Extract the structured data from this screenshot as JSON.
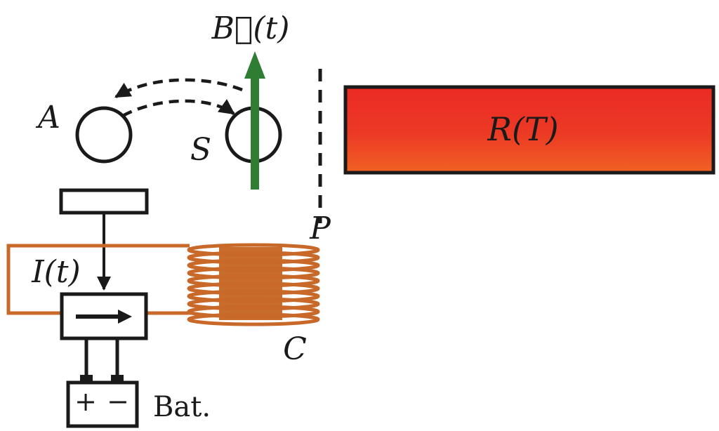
{
  "labels": {
    "field": "B⃗(t)",
    "resistor": "R(T)",
    "current": "I(t)",
    "battery": "Bat.",
    "atom_a": "A",
    "atom_s": "S",
    "plane_p": "P",
    "coil_c": "C",
    "battery_plus": "+",
    "battery_minus": "−"
  },
  "colors": {
    "stroke": "#1a1a1a",
    "field_arrow": "#2e7d32",
    "coil": "#c8692a",
    "coil_core": "#c86d2c",
    "resistor_top": "#ea2a25",
    "resistor_bottom": "#f06224"
  }
}
